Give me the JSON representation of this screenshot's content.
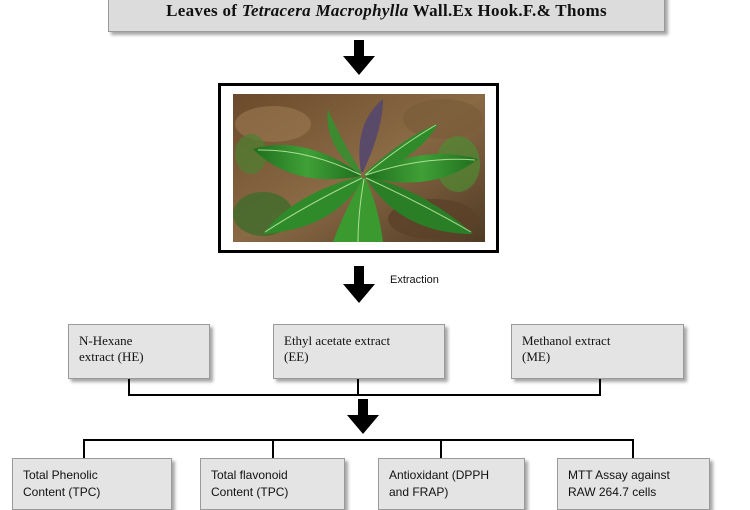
{
  "title": {
    "prefix": "Leaves of ",
    "species": "Tetracera Macrophylla",
    "suffix": " Wall.Ex Hook.F.& Thoms"
  },
  "step_label": "Extraction",
  "extracts": [
    {
      "line1": "N-Hexane",
      "line2": "extract (HE)"
    },
    {
      "line1": "Ethyl acetate extract",
      "line2": "(EE)"
    },
    {
      "line1": "Methanol extract",
      "line2": "(ME)"
    }
  ],
  "assays": [
    {
      "line1": "Total Phenolic",
      "line2": "Content (TPC)"
    },
    {
      "line1": "Total flavonoid",
      "line2": "Content (TPC)"
    },
    {
      "line1": "Antioxidant (DPPH",
      "line2": "and FRAP)"
    },
    {
      "line1": "MTT Assay against",
      "line2": "RAW 264.7 cells"
    }
  ],
  "colors": {
    "box_fill": "#e4e4e4",
    "box_border": "#9a9a9a",
    "arrow": "#000000",
    "leaf_green": "#2f8a2a",
    "soil_brown": "#6b4a2b"
  }
}
